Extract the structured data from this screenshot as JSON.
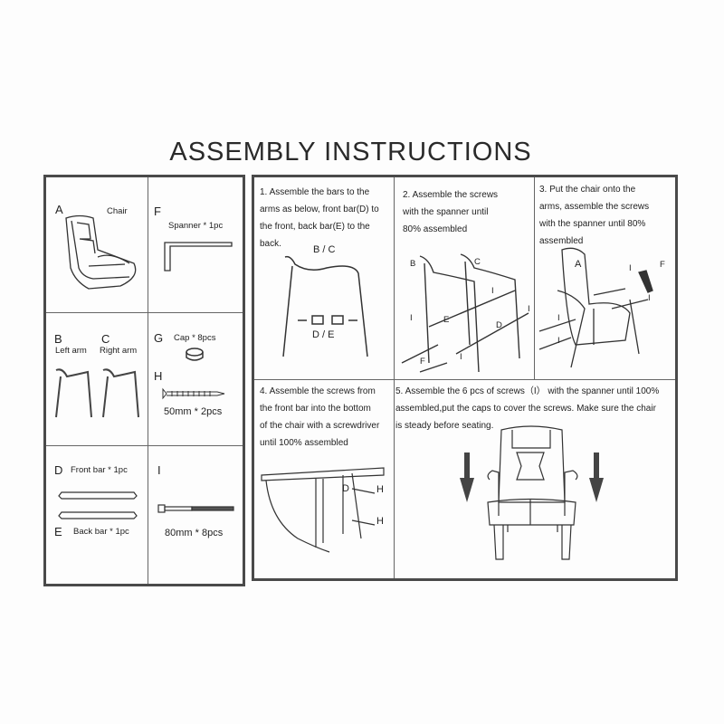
{
  "title": "ASSEMBLY INSTRUCTIONS",
  "parts": [
    {
      "letter": "A",
      "name": "Chair"
    },
    {
      "letter": "F",
      "name": "Spanner * 1pc"
    },
    {
      "letter": "B",
      "name": "Left arm"
    },
    {
      "letter": "C",
      "name": "Right arm"
    },
    {
      "letter": "G",
      "name": "Cap * 8pcs"
    },
    {
      "letter": "H",
      "name": "50mm * 2pcs"
    },
    {
      "letter": "D",
      "name": "Front bar * 1pc"
    },
    {
      "letter": "E",
      "name": "Back bar * 1pc"
    },
    {
      "letter": "I",
      "name": "80mm * 8pcs"
    }
  ],
  "steps": [
    {
      "lines": [
        "1. Assemble the bars to the",
        "arms as below, front bar(D) to",
        "the front, back bar(E) to the",
        "back."
      ],
      "labels": [
        "B / C",
        "D / E"
      ]
    },
    {
      "lines": [
        "2. Assemble the screws",
        "with the spanner until",
        "80% assembled"
      ],
      "labels": [
        "B",
        "C",
        "I",
        "E",
        "D",
        "I",
        "F",
        "I",
        "I"
      ]
    },
    {
      "lines": [
        "3. Put the chair onto the",
        "arms, assemble the screws",
        "with the spanner until 80%",
        "assembled"
      ],
      "labels": [
        "A",
        "I",
        "F",
        "I",
        "I",
        "I"
      ]
    },
    {
      "lines": [
        "4. Assemble the screws from",
        "the front bar into the bottom",
        "of the chair with a screwdriver",
        "until 100% assembled"
      ],
      "labels": [
        "H",
        "D",
        "H"
      ]
    },
    {
      "lines": [
        "5. Assemble the 6 pcs of screws（I） with the spanner until 100%",
        "assembled,put the caps to cover the screws. Make sure the chair",
        "is steady before seating."
      ]
    }
  ]
}
